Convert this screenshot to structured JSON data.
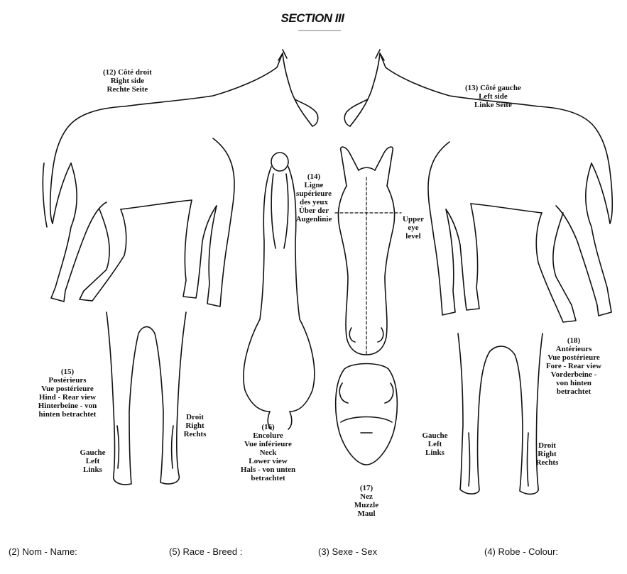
{
  "section_title": "SECTION III",
  "views": {
    "right_side": [
      "(12) Côté droit",
      "Right side",
      "Rechte Seite"
    ],
    "left_side": [
      "(13) Côté gauche",
      "Left side",
      "Linke Seite"
    ],
    "upper_eye": [
      "(14)",
      "Ligne",
      "supérieure",
      "des yeux",
      "Über der",
      "Augenlinie"
    ],
    "upper_eye_en": [
      "Upper",
      "eye",
      "level"
    ],
    "hind_rear": [
      "(15)",
      "Postérieurs",
      "Vue postérieure",
      "Hind - Rear view",
      "Hinterbeine - von",
      "hinten betrachtet"
    ],
    "hind_left": [
      "Gauche",
      "Left",
      "Links"
    ],
    "hind_right": [
      "Droit",
      "Right",
      "Rechts"
    ],
    "neck_lower": [
      "(16)",
      "Encolure",
      "Vue inférieure",
      "Neck",
      "Lower view",
      "Hals - von unten",
      "betrachtet"
    ],
    "muzzle": [
      "(17)",
      "Nez",
      "Muzzle",
      "Maul"
    ],
    "fore_rear": [
      "(18)",
      "Antérieurs",
      "Vue postérieure",
      "Fore - Rear view",
      "Vorderbeine -",
      "von hinten",
      "betrachtet"
    ],
    "fore_left": [
      "Gauche",
      "Left",
      "Links"
    ],
    "fore_right": [
      "Droit",
      "Right",
      "Rechts"
    ]
  },
  "fields": [
    "(2) Nom - Name:",
    "(5) Race - Breed :",
    "(3)  Sexe - Sex",
    "(4)  Robe - Colour:"
  ]
}
